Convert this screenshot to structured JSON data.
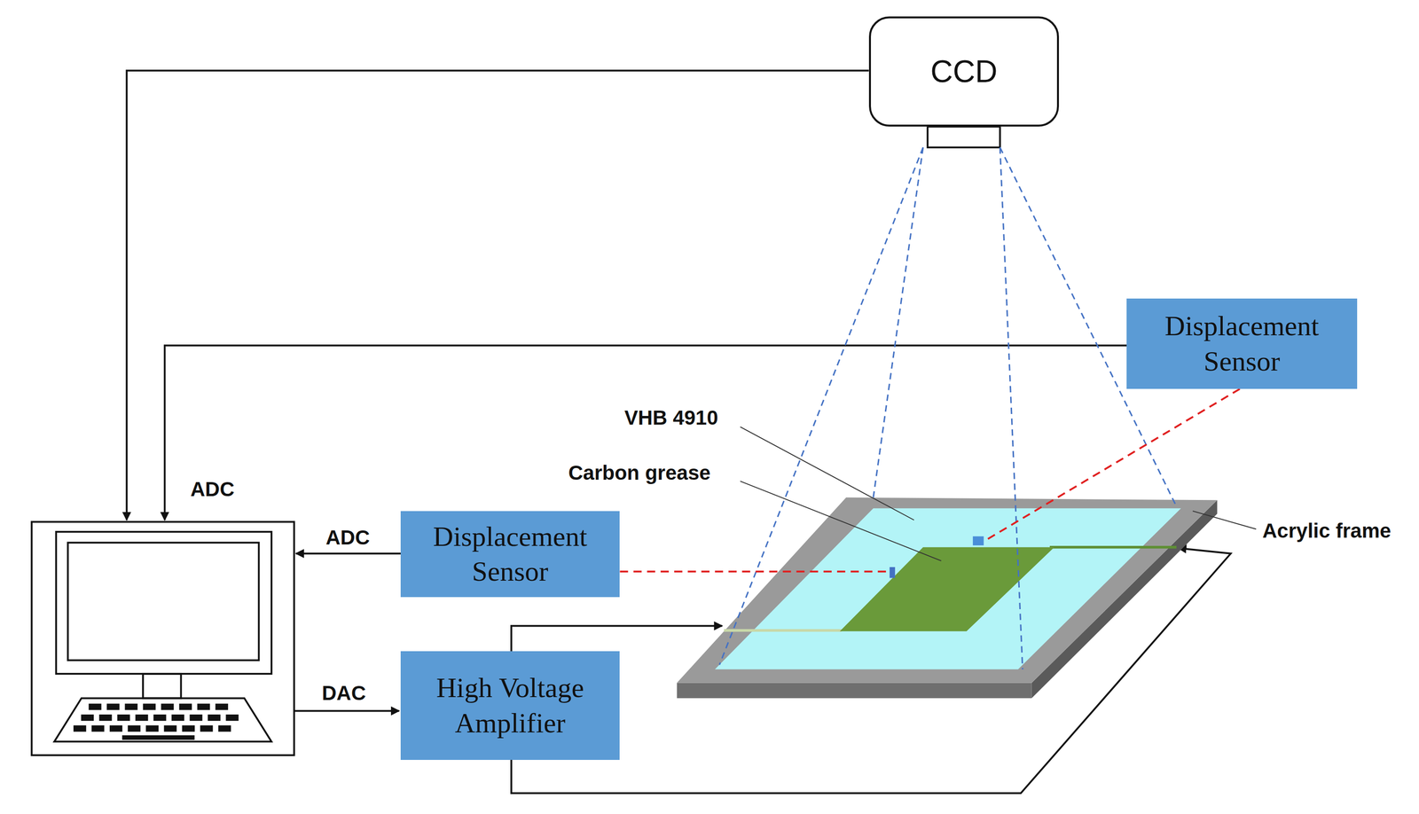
{
  "diagram": {
    "nodes": [
      {
        "text": [
          "CCD"
        ]
      },
      {
        "text": [
          "Displacement Sensor"
        ]
      },
      {
        "text": [
          "Displacement Sensor"
        ]
      },
      {
        "text": [
          "High Voltage Amplifier"
        ]
      }
    ],
    "labels": [
      "VHB 4910",
      "Carbon grease",
      "Acrylic frame",
      "ADC",
      "ADC",
      "DAC"
    ]
  }
}
